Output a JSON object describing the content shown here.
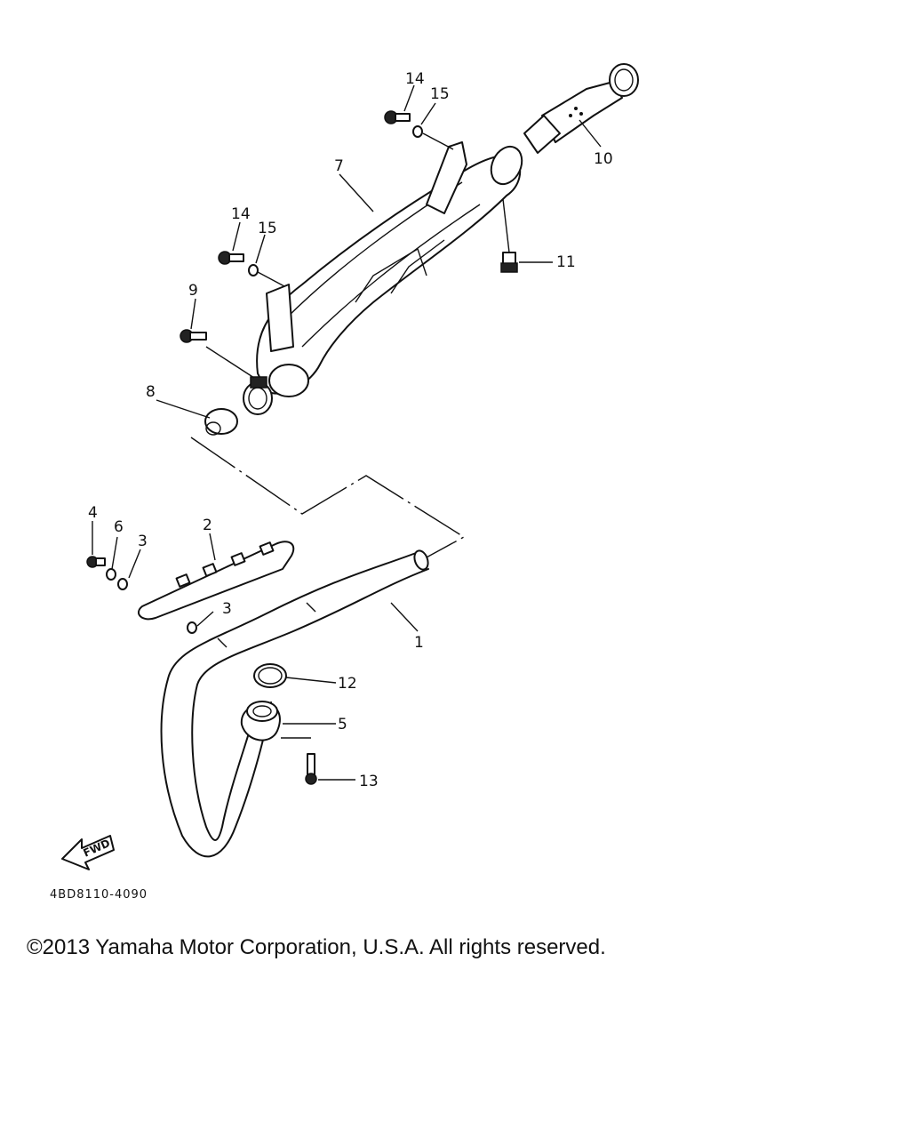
{
  "diagram": {
    "callouts": {
      "c1": "1",
      "c2": "2",
      "c3a": "3",
      "c3b": "3",
      "c4": "4",
      "c5": "5",
      "c6": "6",
      "c7": "7",
      "c8": "8",
      "c9": "9",
      "c10": "10",
      "c11": "11",
      "c12": "12",
      "c13": "13",
      "c14a": "14",
      "c14b": "14",
      "c15a": "15",
      "c15b": "15"
    },
    "fwd_label": "FWD",
    "part_code": "4BD8110-4090"
  },
  "footer": {
    "copyright": "©2013 Yamaha Motor Corporation, U.S.A. All rights reserved."
  }
}
